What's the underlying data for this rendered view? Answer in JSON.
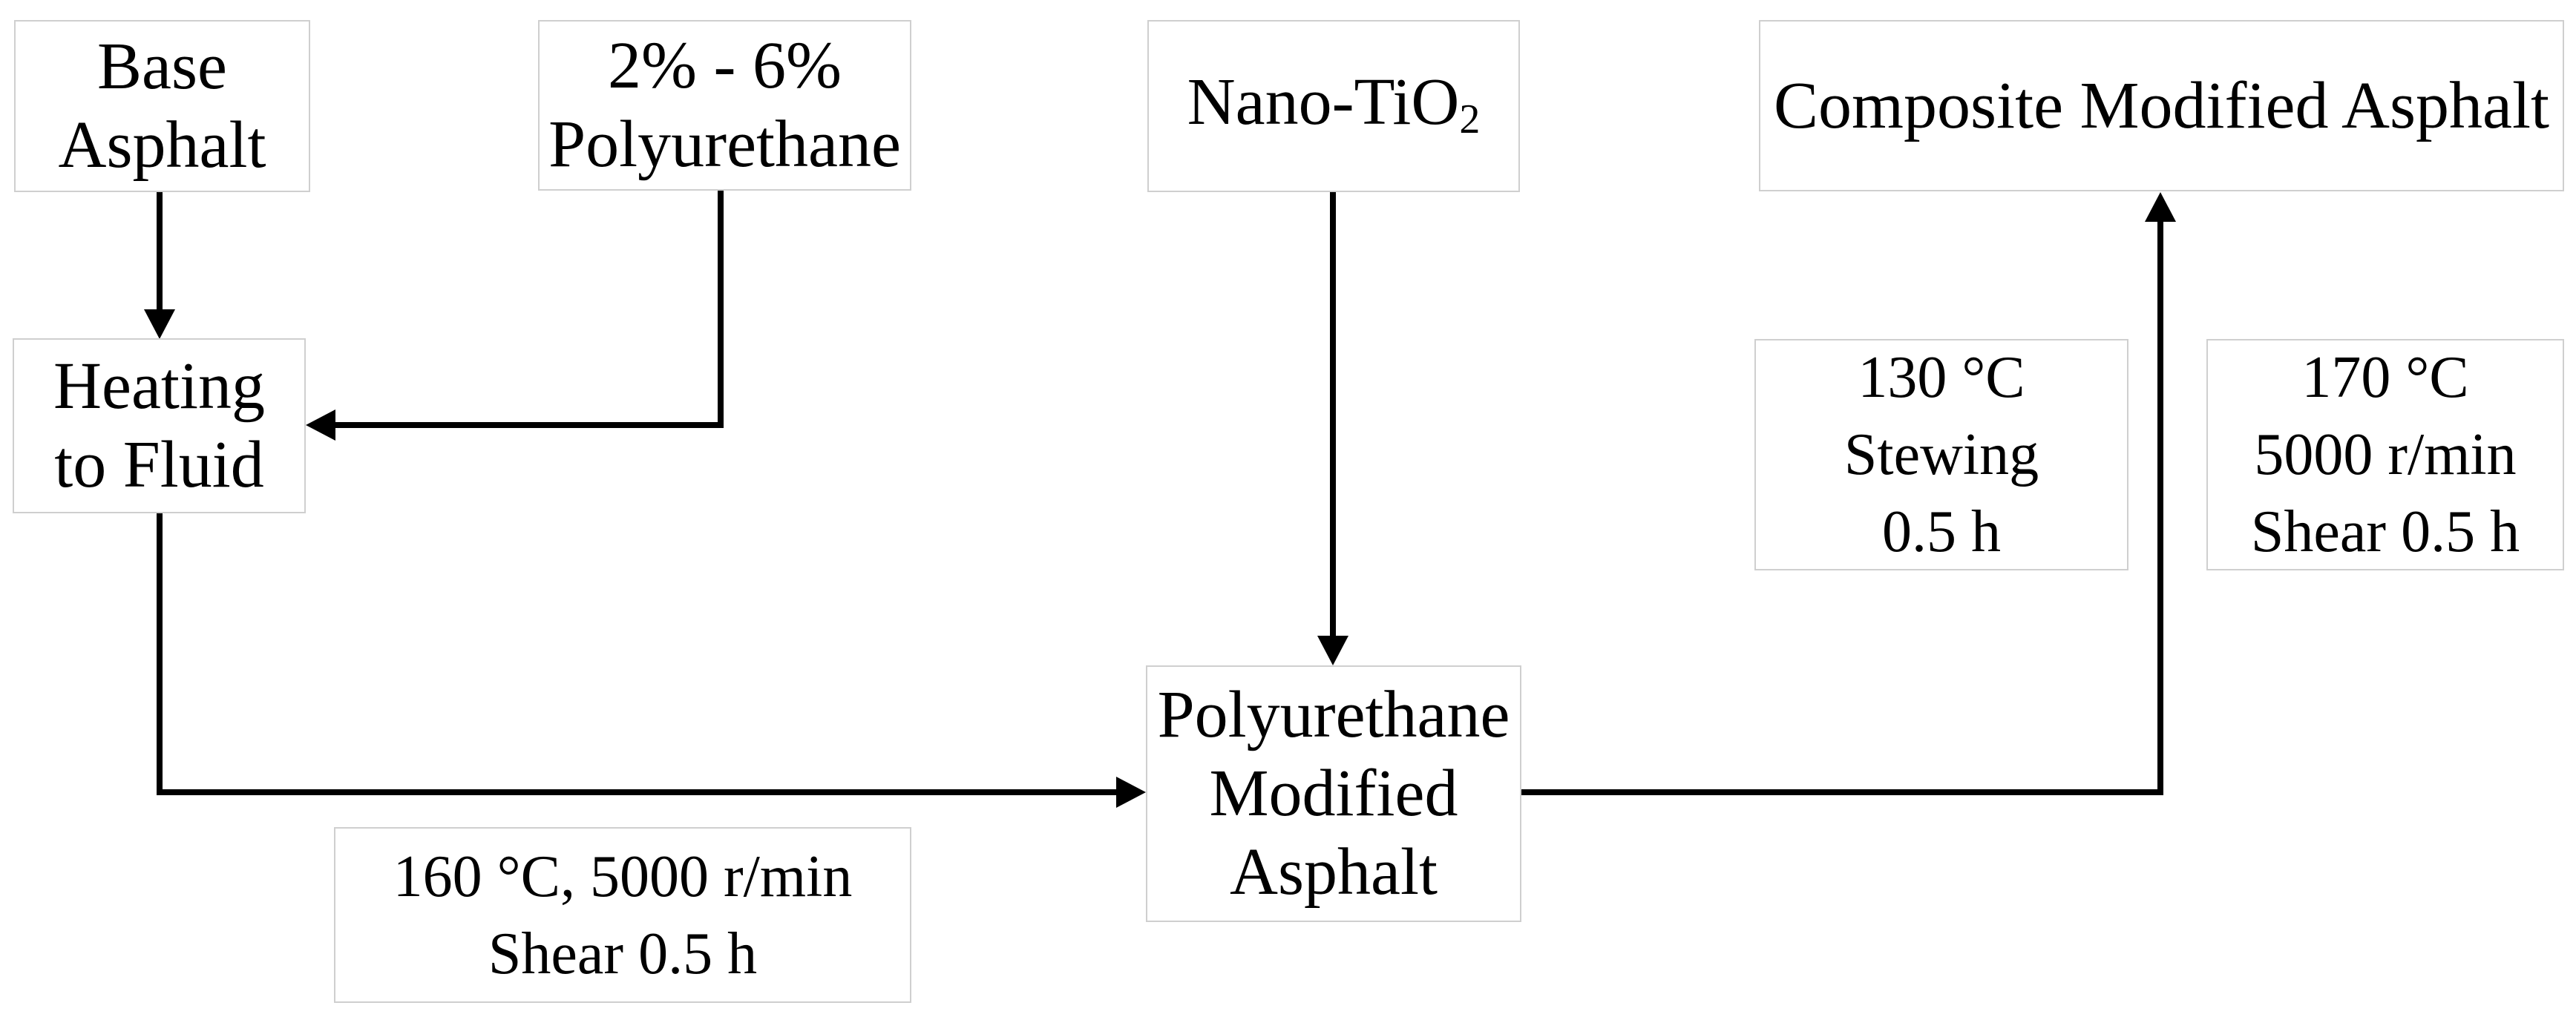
{
  "figure": {
    "type": "flowchart",
    "background_color": "#ffffff",
    "node_border_color": "#cfcfcf",
    "node_fill_color": "#ffffff",
    "arrow_color": "#000000",
    "text_color": "#000000",
    "nodes": {
      "base_asphalt": {
        "lines": [
          "Base",
          "Asphalt"
        ]
      },
      "polyurethane_dose": {
        "lines": [
          "2% - 6%",
          "Polyurethane"
        ]
      },
      "nano_tio2": {
        "text_main": "Nano-TiO",
        "text_subscript": "2"
      },
      "composite_modified_asphalt": {
        "lines": [
          "Composite Modified Asphalt"
        ]
      },
      "heating_to_fluid": {
        "lines": [
          "Heating",
          "to Fluid"
        ]
      },
      "stewing_conditions": {
        "lines": [
          "130 °C",
          "Stewing",
          "0.5 h"
        ]
      },
      "final_shear_conditions": {
        "lines": [
          "170 °C",
          "5000 r/min",
          "Shear 0.5 h"
        ]
      },
      "polyurethane_modified_asphalt": {
        "lines": [
          "Polyurethane",
          "Modified",
          "Asphalt"
        ]
      },
      "first_shear_conditions": {
        "lines": [
          "160 °C, 5000 r/min",
          "Shear 0.5 h"
        ]
      }
    },
    "arrows": [
      {
        "name": "base-asphalt-to-heating",
        "from": "Base Asphalt",
        "to": "Heating to Fluid"
      },
      {
        "name": "polyurethane-to-heating",
        "from": "2% - 6% Polyurethane",
        "to": "Heating to Fluid"
      },
      {
        "name": "nano-tio2-to-pma",
        "from": "Nano-TiO2",
        "to": "Polyurethane Modified Asphalt"
      },
      {
        "name": "heating-to-pma",
        "from": "Heating to Fluid",
        "to": "Polyurethane Modified Asphalt"
      },
      {
        "name": "pma-to-composite",
        "from": "Polyurethane Modified Asphalt",
        "to": "Composite Modified Asphalt"
      }
    ]
  }
}
